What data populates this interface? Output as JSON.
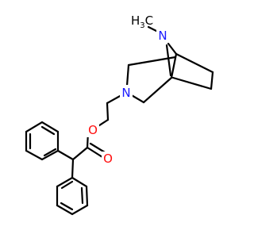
{
  "molecule": {
    "atoms": {
      "n_methyl": {
        "label": "N",
        "color": "#1a1aff"
      },
      "n_ring": {
        "label": "N",
        "color": "#1a1aff"
      },
      "o_ether": {
        "label": "O",
        "color": "#ff0d0d"
      },
      "o_carbonyl": {
        "label": "O",
        "color": "#ff0d0d"
      },
      "methyl": {
        "label_main": "H",
        "label_sub": "3",
        "label_tail": "C",
        "color": "#000000"
      }
    },
    "bond_color": "#000000"
  }
}
